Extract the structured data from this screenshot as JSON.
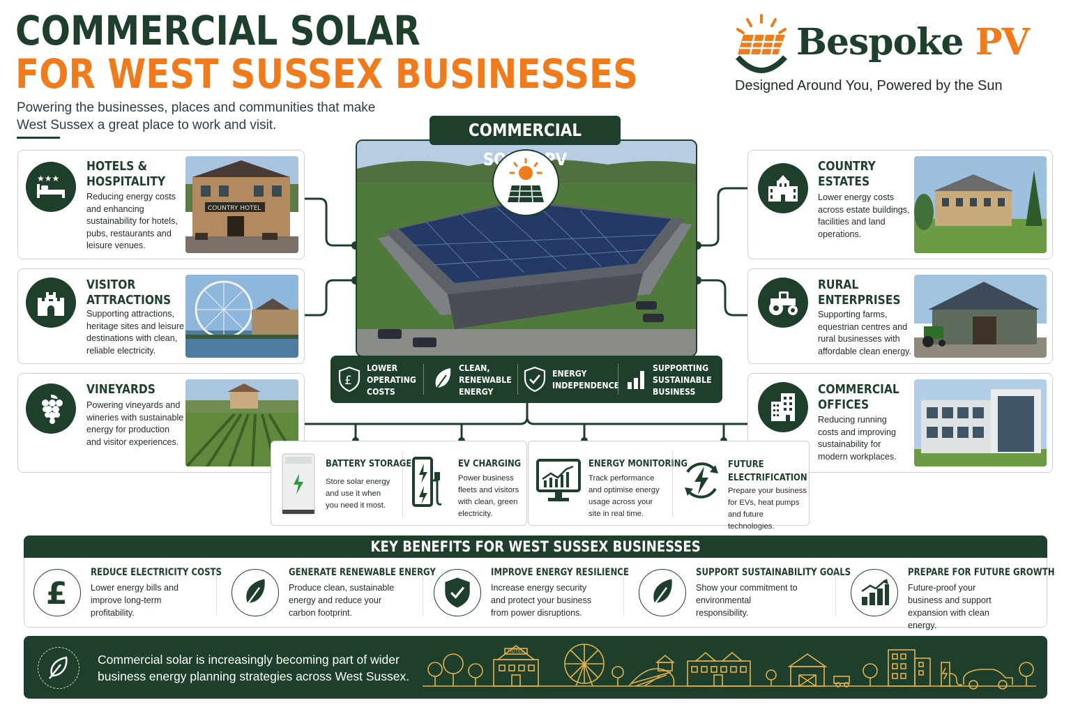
{
  "header": {
    "title_line1": "COMMERCIAL SOLAR",
    "title_line2": "FOR WEST SUSSEX BUSINESSES",
    "subtitle": "Powering the businesses, places and communities that make West Sussex a great place to work and visit."
  },
  "brand": {
    "name_main": "Bespoke ",
    "name_accent": "PV",
    "tagline": "Designed Around You, Powered by the Sun"
  },
  "colors": {
    "primary": "#1d3f2b",
    "accent": "#f07b1d"
  },
  "left_cards": [
    {
      "title": "HOTELS & HOSPITALITY",
      "desc": "Reducing energy costs and enhancing sustainability for hotels, pubs, restaurants and leisure venues.",
      "icon": "hotel-bed-icon",
      "photo_sign": "COUNTRY HOTEL"
    },
    {
      "title": "VISITOR ATTRACTIONS",
      "desc": "Supporting attractions, heritage sites and leisure destinations with clean, reliable electricity.",
      "icon": "castle-icon"
    },
    {
      "title": "VINEYARDS",
      "desc": "Powering vineyards and wineries with sustainable energy for production and visitor experiences.",
      "icon": "grapes-icon"
    }
  ],
  "right_cards": [
    {
      "title": "COUNTRY ESTATES",
      "desc": "Lower energy costs across estate buildings, facilities and land operations.",
      "icon": "estate-house-icon"
    },
    {
      "title": "RURAL ENTERPRISES",
      "desc": "Supporting farms, equestrian centres and rural businesses with affordable clean energy.",
      "icon": "tractor-icon"
    },
    {
      "title": "COMMERCIAL OFFICES",
      "desc": "Reducing running costs and improving sustainability for modern workplaces.",
      "icon": "office-building-icon"
    }
  ],
  "center": {
    "title": "COMMERCIAL SOLAR PV",
    "features": [
      {
        "label": "LOWER\nOPERATING\nCOSTS",
        "icon": "pound-shield-icon"
      },
      {
        "label": "CLEAN,\nRENEWABLE\nENERGY",
        "icon": "leaf-icon"
      },
      {
        "label": "ENERGY\nINDEPENDENCE",
        "icon": "check-shield-icon"
      },
      {
        "label": "SUPPORTING\nSUSTAINABLE\nBUSINESS",
        "icon": "bar-chart-icon"
      }
    ]
  },
  "tech": [
    {
      "title": "BATTERY STORAGE",
      "desc": "Store solar energy and use it when you need it most.",
      "icon": "battery-unit-icon"
    },
    {
      "title": "EV CHARGING",
      "desc": "Power business fleets and visitors with clean, green electricity.",
      "icon": "ev-charger-icon"
    },
    {
      "title": "ENERGY MONITORING",
      "desc": "Track performance and optimise energy usage across your site in real time.",
      "icon": "monitor-chart-icon"
    },
    {
      "title": "FUTURE ELECTRIFICATION",
      "desc": "Prepare your business for EVs, heat pumps and future technologies.",
      "icon": "bolt-cycle-icon"
    }
  ],
  "benefits": {
    "heading": "KEY BENEFITS FOR WEST SUSSEX BUSINESSES",
    "items": [
      {
        "title": "REDUCE ELECTRICITY COSTS",
        "desc": "Lower energy bills and improve long-term profitability.",
        "icon": "pound-icon"
      },
      {
        "title": "GENERATE RENEWABLE ENERGY",
        "desc": "Produce clean, sustainable energy and reduce your carbon footprint.",
        "icon": "leaf-icon"
      },
      {
        "title": "IMPROVE ENERGY RESILIENCE",
        "desc": "Increase energy security and protect your business from power disruptions.",
        "icon": "check-shield-icon"
      },
      {
        "title": "SUPPORT SUSTAINABILITY GOALS",
        "desc": "Show your commitment to environmental responsibility.",
        "icon": "leaf-icon"
      },
      {
        "title": "PREPARE FOR FUTURE GROWTH",
        "desc": "Future-proof your business and support expansion with clean energy.",
        "icon": "growth-chart-icon"
      }
    ]
  },
  "footer": {
    "text": "Commercial solar is increasingly becoming part of wider business energy planning strategies across West Sussex.",
    "hotel_sign": "HOTEL"
  }
}
